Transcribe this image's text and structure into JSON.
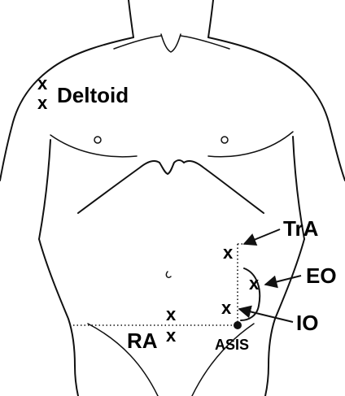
{
  "figure": {
    "labels": {
      "deltoid": "Deltoid",
      "tra": "TrA",
      "eo": "EO",
      "io": "IO",
      "ra": "RA",
      "asis": "ASIS"
    },
    "marker_symbol": "x",
    "landmark_symbol": "filled-dot"
  }
}
